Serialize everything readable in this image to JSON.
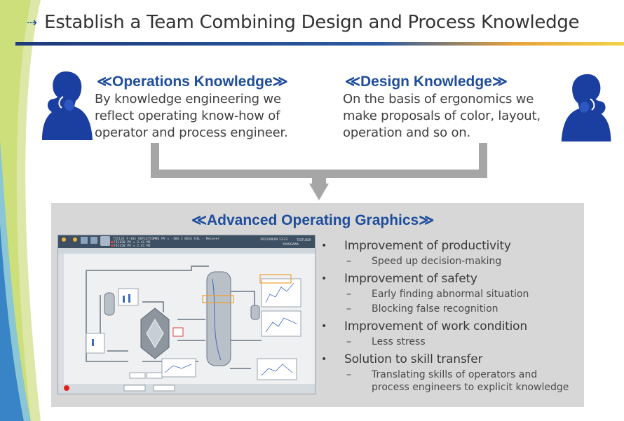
{
  "title": {
    "icon": "dotted-arrow-icon",
    "arrow_glyph": "⇢",
    "text": "Establish  a Team Combining Design and Process Knowledge"
  },
  "operations": {
    "heading": "≪Operations Knowledge≫",
    "lines": [
      "By knowledge engineering we",
      "reflect operating know-how of",
      "operator and process engineer."
    ]
  },
  "design": {
    "heading": "≪Design Knowledge≫",
    "lines": [
      "On the basis of ergonomics we",
      "make proposals of color, layout,",
      "operation and so on."
    ]
  },
  "panel": {
    "heading": "≪Advanced Operating Graphics≫",
    "bullets": [
      {
        "text": "Improvement of productivity",
        "subs": [
          "Speed up decision-making"
        ]
      },
      {
        "text": "Improvement of safety",
        "subs": [
          "Early finding abnormal situation",
          "Blocking false recognition"
        ]
      },
      {
        "text": "Improvement of work condition",
        "subs": [
          "Less stress"
        ]
      },
      {
        "text": "Solution to skill transfer",
        "subs": [
          "Translating skills of operators and",
          "process engineers to explicit knowledge"
        ]
      }
    ]
  },
  "screenshot": {
    "header_line1": "TIC124      F-101 OUTLETCOMBE      PV  =  -103.1  DEGC  HIL - Recover",
    "header_line2": "FIC150                                         PV  =  2.41  M3",
    "header_line3": "FIC150                                         PV  =  2.41  M3",
    "datetime": "2012/08/09  13:23",
    "brand": "YOKOGAWA",
    "brand2": "TESTUSER"
  },
  "colors": {
    "accent": "#1f4e9c",
    "panel": "#d7d7d7",
    "connector": "#a6a6a6"
  },
  "bullet_glyph": "•",
  "sub_glyph": "–"
}
